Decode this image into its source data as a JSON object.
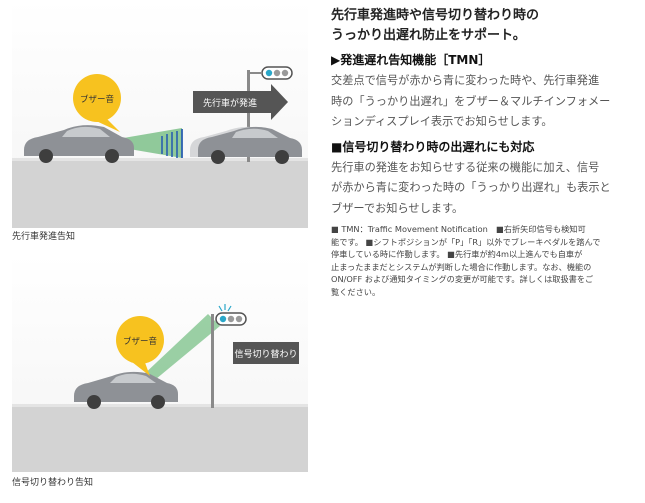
{
  "panel1": {
    "buzzer_label": "ブザー音",
    "arrow_label": "先行車が発進",
    "caption": "先行車発進告知"
  },
  "panel2": {
    "buzzer_label": "ブザー音",
    "sign_label": "信号切り替わり",
    "caption": "信号切り替わり告知"
  },
  "text": {
    "headline": [
      "先行車発進時や信号切り替わり時の",
      "うっかり出遅れ防止をサポート。"
    ],
    "tmn_heading": "▶発進遅れ告知機能［TMN］",
    "tmn_body": [
      "交差点で信号が赤から青に変わった時や、先行車発進",
      "時の「うっかり出遅れ」をブザー＆マルチインフォメー",
      "ションディスプレイ表示でお知らせします。"
    ],
    "signal_heading": "■信号切り替わり時の出遅れにも対応",
    "signal_body": [
      "先行車の発進をお知らせする従来の機能に加え、信号",
      "が赤から青に変わった時の「うっかり出遅れ」も表示と",
      "ブザーでお知らせします。"
    ],
    "notes": [
      "■ TMN：Traffic Movement Notification　■右折矢印信号も検知可",
      "能です。 ■シフトポジションが「P」「R」以外でブレーキペダルを踏んで",
      "停車している時に作動します。 ■先行車が約4m以上進んでも自車が",
      "止まったままだとシステムが判断した場合に作動します。なお、機能の",
      "ON/OFF および通知タイミングの変更が可能です。詳しくは取扱書をご",
      "覧ください。"
    ]
  },
  "colors": {
    "buzzer": "#f7c21f",
    "beam": "#3aa34d",
    "sensor": "#2a5fb0",
    "road": "#d3d3d3",
    "car": "#8e9196",
    "label_bg": "#555555"
  }
}
